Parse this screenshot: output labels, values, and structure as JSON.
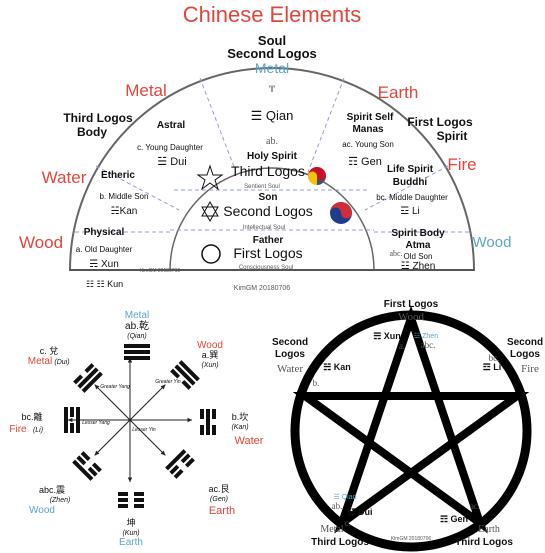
{
  "title": "Chinese Elements",
  "colors": {
    "red": "#e0463c",
    "blue": "#5aa6c9"
  },
  "top": {
    "soul": "Soul",
    "second_logos": "Second Logos",
    "metal_top": "Metal",
    "metal": "Metal",
    "earth": "Earth",
    "water": "Water",
    "fire": "Fire",
    "wood": "Wood",
    "wood_right": "Wood",
    "third_logos_body_1": "Third Logos",
    "third_logos_body_2": "Body",
    "first_logos_spirit_1": "First Logos",
    "first_logos_spirit_2": "Spirit",
    "astral": "Astral",
    "young_daughter": "c. Young Daughter",
    "dui": "☱ Dui",
    "i_mark": "'I'",
    "qian": "☰ Qian",
    "ab": "ab.",
    "spirit_self_1": "Spirit Self",
    "spirit_self_2": "Manas",
    "young_son": "ac. Young Son",
    "gen": "☶ Gen",
    "holy_spirit": "Holy Spirit",
    "third_logos": "Third Logos",
    "sentient_soul": "Sentient Soul",
    "etheric": "Etheric",
    "middle_son": "b. Middle Son",
    "kan": "☵Kan",
    "life_spirit_1": "Life Spirit",
    "life_spirit_2": "Buddhi",
    "middle_daughter": "bc. Middle Daughter",
    "li": "☲ Li",
    "son": "Son",
    "second_logos_center": "Second Logos",
    "intellectual_soul": "Intellectual Soul",
    "physical": "Physical",
    "old_daughter": "a. Old Daughter",
    "xun": "☴ Xun",
    "spirit_body_1": "Spirit Body",
    "spirit_body_2": "Atma",
    "abc": "abc.",
    "old_son": "Old Son",
    "zhen": "☳ Zhen",
    "father": "Father",
    "first_logos": "First Logos",
    "consciousness_soul": "Consciousness Soul",
    "kun": "☷ ☷ Kun",
    "credit_small": "KimGM 20180702",
    "credit": "KimGM 20180706"
  },
  "bagua": {
    "metal_top": "Metal",
    "ab_qian": "ab.乾",
    "qian": "(Qian)",
    "wood": "Wood",
    "a_xun": "a.巽",
    "xun": "(Xun)",
    "c_dui": "c. 兌",
    "metal": "Metal",
    "dui": "(Dui)",
    "bc_li": "bc.離",
    "fire": "Fire",
    "li": "(Li)",
    "b_kan": "b.坎",
    "kan": "(Kan)",
    "water": "Water",
    "abc_zhen": "abc.震",
    "zhen": "(Zhen)",
    "wood_bottom": "Wood",
    "ac_gen": "ac.艮",
    "gen": "(Gen)",
    "earth": "Earth",
    "kun_cn": "坤",
    "kun": "(Kun)",
    "earth_bottom": "Earth",
    "greater_yang": "Greater Yang",
    "greater_yin": "Greater Yin",
    "lesser_yang": "Lesser Yang",
    "lesser_yin": "Lesser Yin"
  },
  "star": {
    "first_logos": "First Logos",
    "wood": "Wood",
    "xun": "☴ Xun",
    "a": "a.",
    "zhen": "☳ Zhen",
    "abc": "abc.",
    "second_logos_l1": "Second",
    "second_logos_l2": "Logos",
    "water": "Water",
    "kan": "☵ Kan",
    "b": "b.",
    "second_logos_r1": "Second",
    "second_logos_r2": "Logos",
    "bc": "bc.",
    "li": "☲ Li",
    "fire": "Fire",
    "qian": "☰ Qian",
    "ab": "ab.",
    "dui": "☱ Dui",
    "c": "c.",
    "gen": "☶ Gen",
    "ac": "ac.",
    "metal": "Metal",
    "third_logos_l": "Third Logos",
    "earth": "Earth",
    "third_logos_r": "Third Logos",
    "credit": "KimGM 20180706"
  }
}
